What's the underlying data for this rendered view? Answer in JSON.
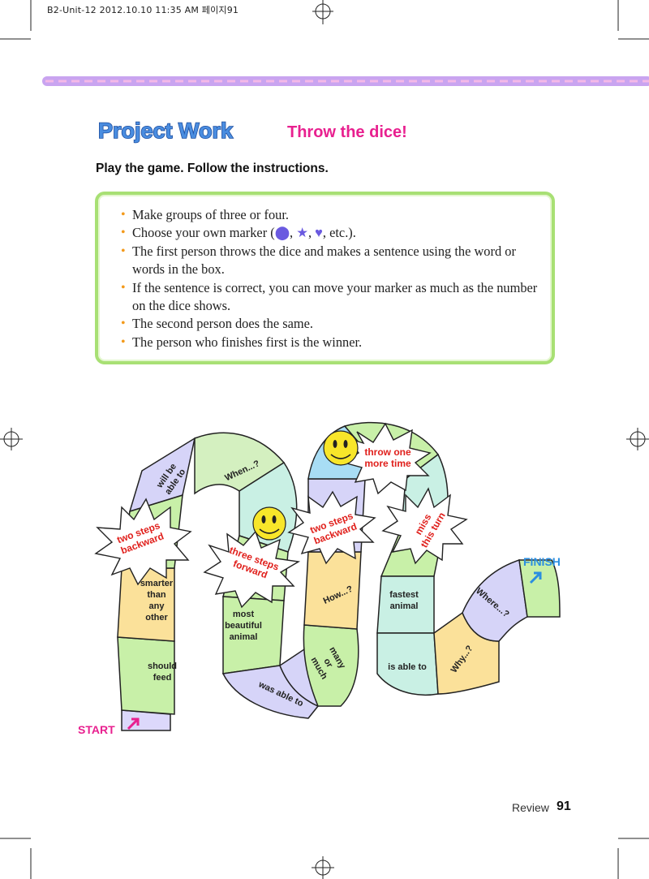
{
  "print_header": "B2-Unit-12  2012.10.10 11:35 AM 페이지91",
  "title": "Project Work",
  "subtitle": "Throw the dice!",
  "instruction": "Play the game. Follow the instructions.",
  "rules": [
    "Make groups of three or four.",
    "Choose your own marker (",
    "The first person throws the dice and makes a sentence using the word or words in the box.",
    "If the sentence is correct, you can move your marker as much as the number on the dice shows.",
    "The second person does the same.",
    "The person who finishes first is the winner."
  ],
  "marker_suffix": ", etc.).",
  "board": {
    "start": "START",
    "finish": "FINISH",
    "spaces": [
      "should feed",
      "smarter than any other",
      "will be able to",
      "When...?",
      "most beautiful animal",
      "was able to",
      "many or much",
      "How...?",
      "fastest animal",
      "is able to",
      "Why...?",
      "Where...?"
    ],
    "bursts": [
      "two steps backward",
      "three steps forward",
      "two steps backward",
      "throw one more time",
      "miss this turn"
    ]
  },
  "footer": {
    "label": "Review",
    "page": "91"
  },
  "colors": {
    "pink": "#e8208f",
    "title_blue": "#4a8de0",
    "green_border": "#a8e074",
    "bullet": "#f39a1c",
    "burst_text": "#e0201c",
    "finish_blue": "#2a8ee0"
  }
}
